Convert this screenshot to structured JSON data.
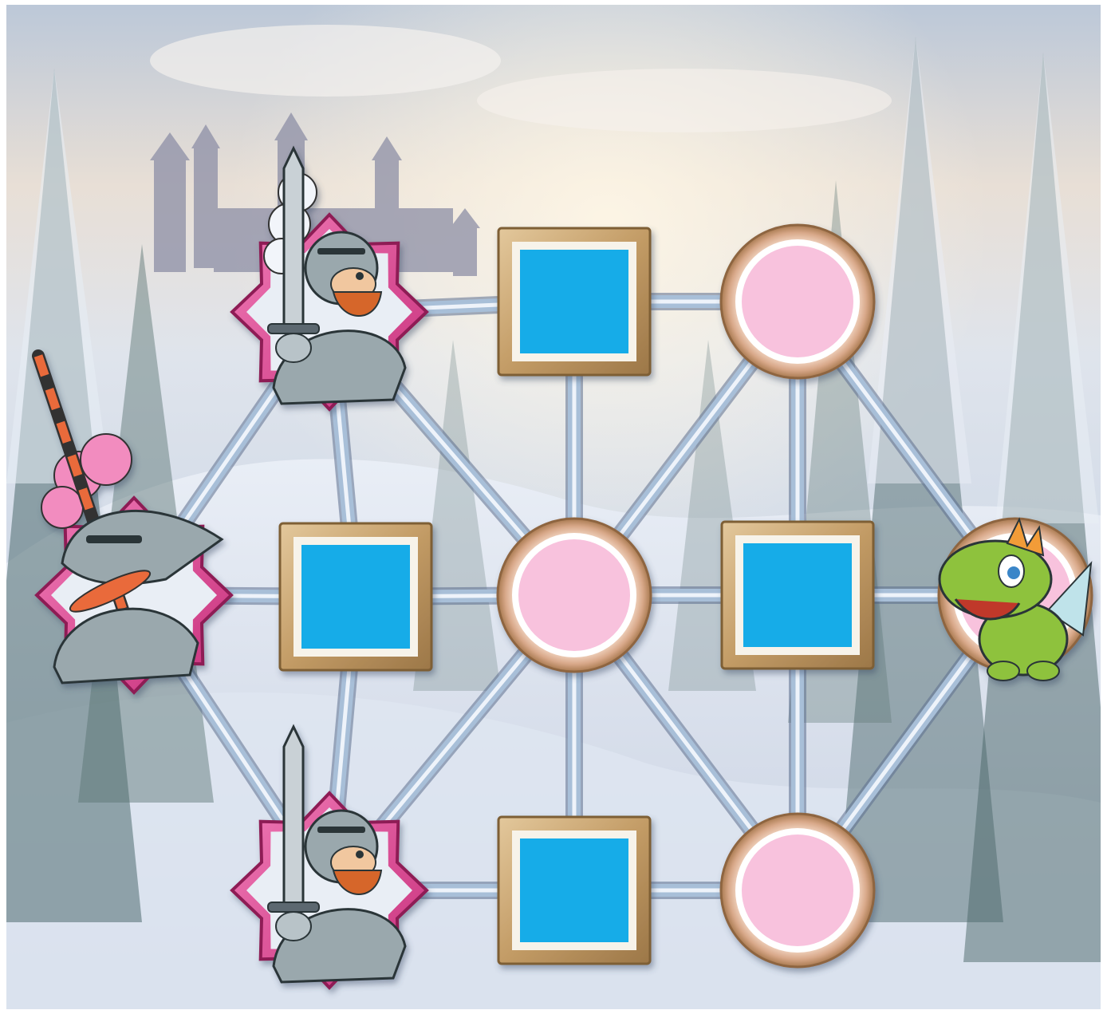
{
  "game": {
    "theme": "winter-castle",
    "board": {
      "nodes": [
        {
          "id": "n1",
          "shape": "star",
          "piece": "knight-helmeted-icon"
        },
        {
          "id": "n2",
          "shape": "square",
          "piece": null
        },
        {
          "id": "n3",
          "shape": "circle",
          "piece": null
        },
        {
          "id": "n4",
          "shape": "star",
          "piece": "knight-lance-icon"
        },
        {
          "id": "n5",
          "shape": "square",
          "piece": null
        },
        {
          "id": "n6",
          "shape": "circle",
          "piece": null
        },
        {
          "id": "n7",
          "shape": "square",
          "piece": null
        },
        {
          "id": "n8",
          "shape": "circle",
          "piece": "dragon-icon"
        },
        {
          "id": "n9",
          "shape": "star",
          "piece": "knight-sword-icon"
        },
        {
          "id": "n10",
          "shape": "square",
          "piece": null
        },
        {
          "id": "n11",
          "shape": "circle",
          "piece": null
        }
      ],
      "edges": [
        [
          "n1",
          "n2"
        ],
        [
          "n2",
          "n3"
        ],
        [
          "n1",
          "n4"
        ],
        [
          "n1",
          "n5"
        ],
        [
          "n1",
          "n6"
        ],
        [
          "n2",
          "n6"
        ],
        [
          "n3",
          "n6"
        ],
        [
          "n3",
          "n7"
        ],
        [
          "n3",
          "n8"
        ],
        [
          "n4",
          "n5"
        ],
        [
          "n5",
          "n6"
        ],
        [
          "n6",
          "n7"
        ],
        [
          "n7",
          "n8"
        ],
        [
          "n4",
          "n9"
        ],
        [
          "n5",
          "n9"
        ],
        [
          "n6",
          "n9"
        ],
        [
          "n6",
          "n10"
        ],
        [
          "n6",
          "n11"
        ],
        [
          "n7",
          "n11"
        ],
        [
          "n8",
          "n11"
        ],
        [
          "n9",
          "n10"
        ],
        [
          "n10",
          "n11"
        ]
      ]
    },
    "colors": {
      "square_fill": "#14ace8",
      "circle_fill": "#f8c2dd",
      "frame_wood": "#c9a77a",
      "star_pink": "#e24c99",
      "track_blue": "#a8bfd8",
      "dragon_green": "#8ec23c",
      "armor_grey": "#9aa8ad",
      "beard_orange": "#d6662a",
      "plume_pink": "#f28cbf",
      "plume_white": "#f2f5fa"
    }
  }
}
